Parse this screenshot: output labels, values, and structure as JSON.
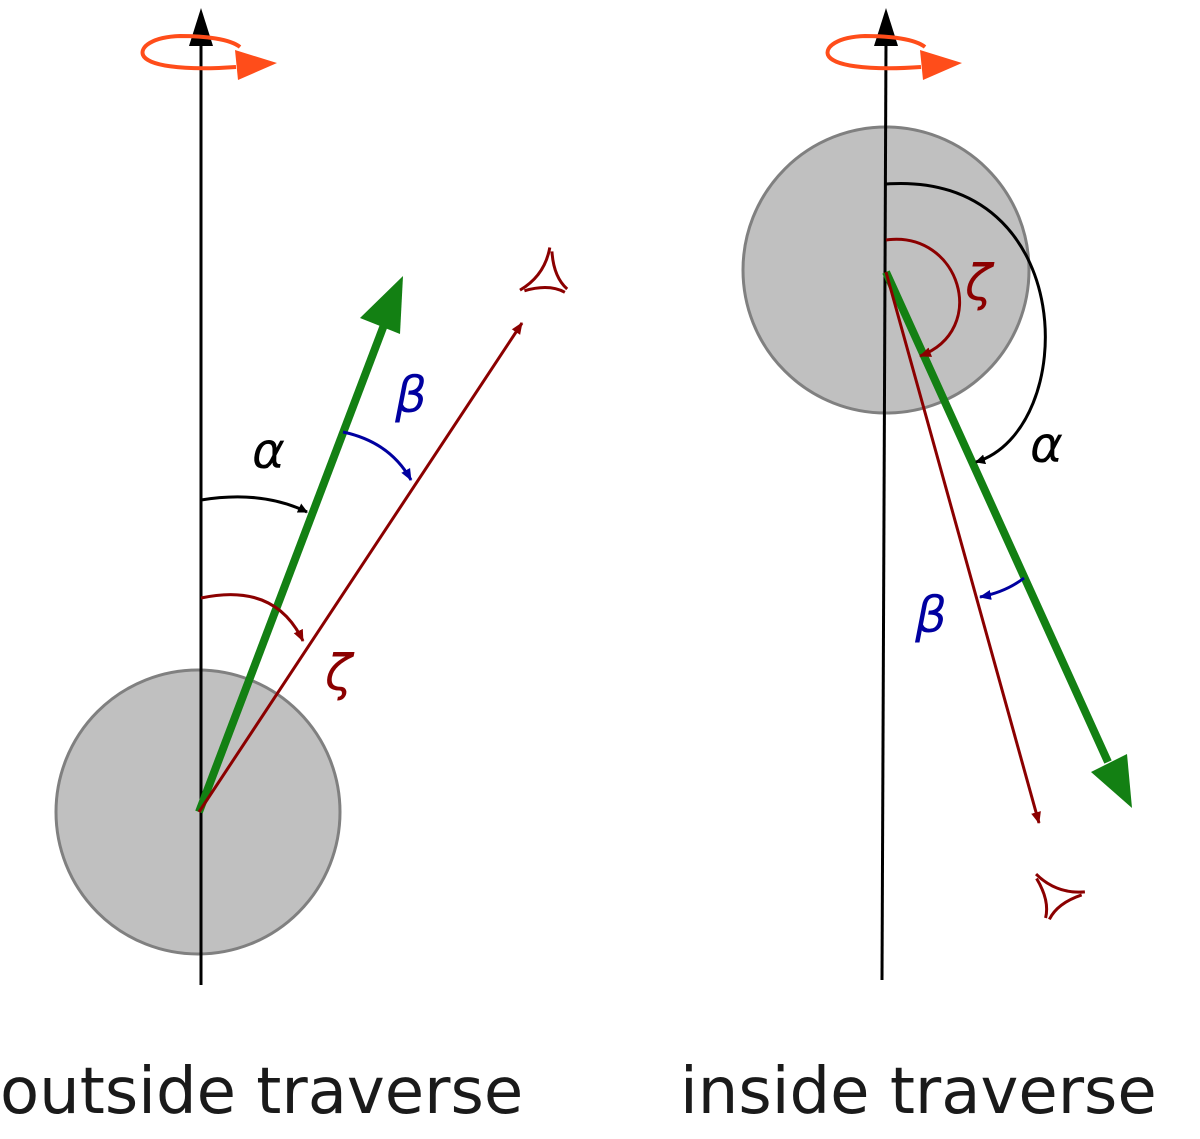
{
  "panels": [
    {
      "caption": "outside traverse",
      "labels": {
        "alpha": "α",
        "beta": "β",
        "zeta": "ζ"
      }
    },
    {
      "caption": "inside traverse",
      "labels": {
        "alpha": "α",
        "beta": "β",
        "zeta": "ζ"
      }
    }
  ],
  "colors": {
    "axis": "#000000",
    "rotation": "#ff4d1a",
    "magnetic_axis": "#138013",
    "line_of_sight": "#8b0000",
    "beta": "#0000a0",
    "star_fill": "#c0c0c0",
    "star_stroke": "#808080"
  },
  "icons": [
    "rotation-arrow-icon",
    "eye-icon"
  ]
}
